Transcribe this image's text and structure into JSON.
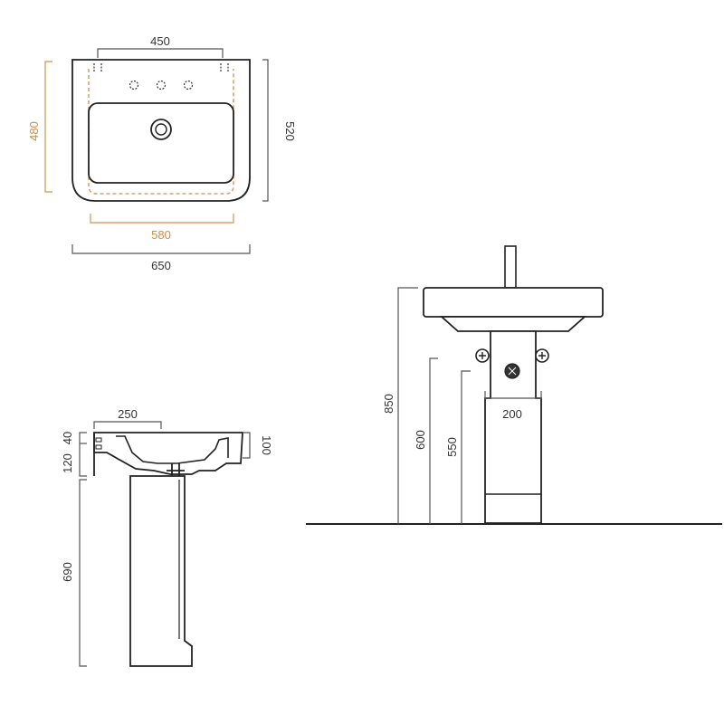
{
  "colors": {
    "line": "#222222",
    "dimension": "#555555",
    "accent": "#e0a060",
    "accent_text": "#d98a3c"
  },
  "top_view": {
    "dim_tap_spacing": "450",
    "dim_depth_inner": "480",
    "dim_depth_outer": "520",
    "dim_width_inner": "580",
    "dim_width_outer": "650"
  },
  "side_view": {
    "dim_projection": "250",
    "dim_rim": "120",
    "dim_rim_top": "40",
    "dim_bowl_height": "100",
    "dim_pedestal_height": "690"
  },
  "front_view": {
    "dim_total_height": "850",
    "dim_mount_height": "600",
    "dim_waste_height": "550",
    "dim_pedestal_width": "200"
  }
}
